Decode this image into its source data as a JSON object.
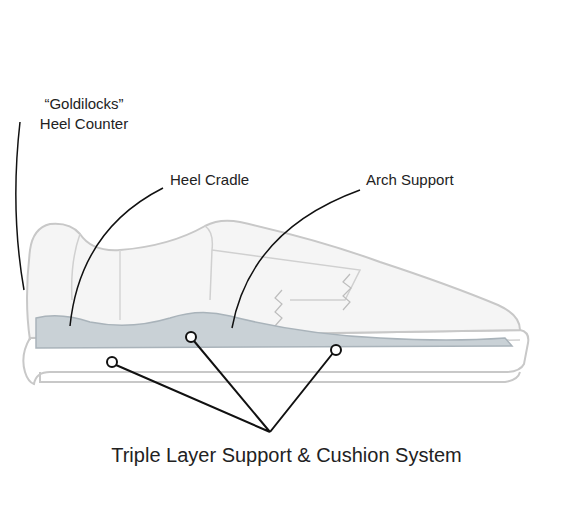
{
  "diagram": {
    "labels": [
      "“Goldilocks” Heel Counter",
      "Heel Cradle",
      "Arch Support",
      "Triple Layer Support & Cushion System"
    ]
  }
}
